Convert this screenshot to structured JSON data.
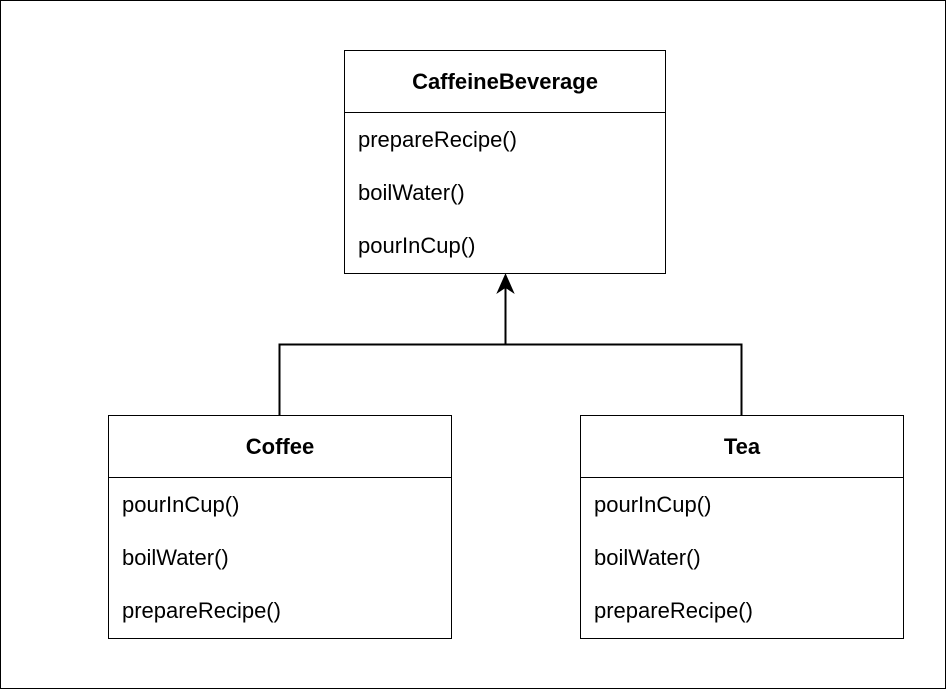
{
  "diagram": {
    "classes": {
      "caffeine": {
        "name": "CaffeineBeverage",
        "methods": [
          "prepareRecipe()",
          "boilWater()",
          "pourInCup()"
        ]
      },
      "coffee": {
        "name": "Coffee",
        "methods": [
          "pourInCup()",
          "boilWater()",
          "prepareRecipe()"
        ]
      },
      "tea": {
        "name": "Tea",
        "methods": [
          "pourInCup()",
          "boilWater()",
          "prepareRecipe()"
        ]
      }
    },
    "relationships": [
      {
        "type": "inheritance",
        "from": "Coffee",
        "to": "CaffeineBeverage"
      },
      {
        "type": "inheritance",
        "from": "Tea",
        "to": "CaffeineBeverage"
      }
    ],
    "colors": {
      "stroke": "#000000",
      "fill": "#ffffff",
      "text": "#000000"
    }
  }
}
